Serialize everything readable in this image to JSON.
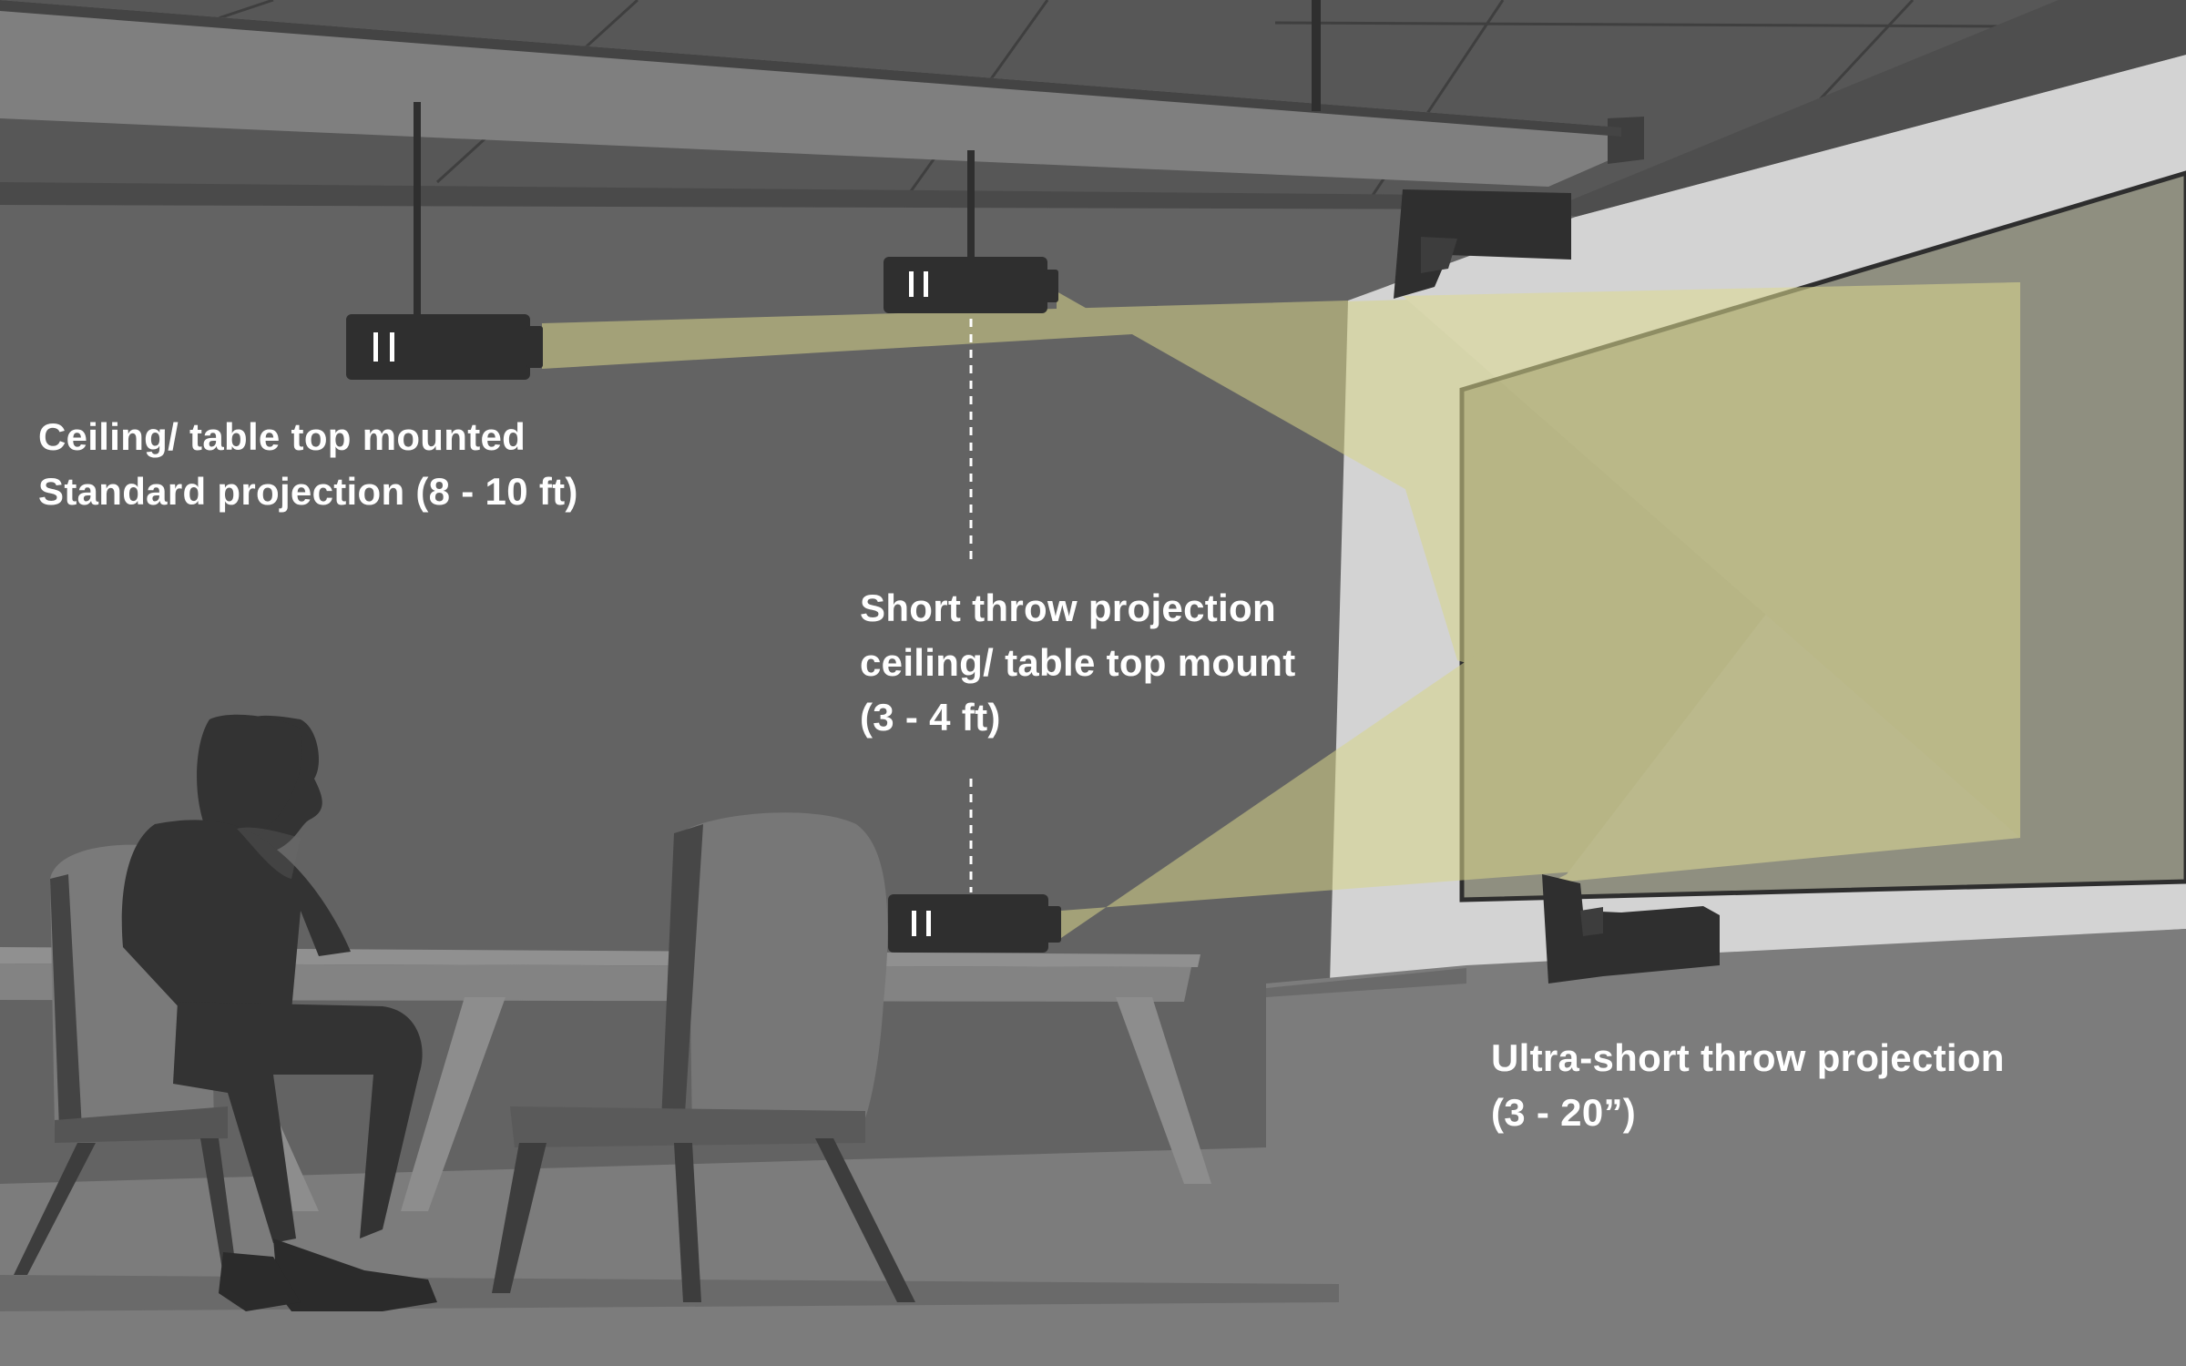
{
  "labels": {
    "standard": {
      "line1": "Ceiling/ table top mounted",
      "line2": "Standard projection (8 - 10 ft)"
    },
    "short_throw": {
      "line1": "Short throw projection",
      "line2": "ceiling/ table top mount",
      "line3": "(3 - 4 ft)"
    },
    "ultra_short_throw": {
      "line1": "Ultra-short throw projection",
      "line2": "(3 - 20”)"
    }
  },
  "colors": {
    "ceiling": "#575757",
    "ceiling_beam": "#7f7f7f",
    "back_wall": "#646464",
    "floor": "#7c7c7c",
    "right_wall_highlight": "#d3d3d3",
    "screen_surface": "#9d9d86",
    "beam_light": "#e8e49a",
    "projector_body": "#2f2f2f",
    "silhouette": "#333333",
    "table_top": "#8d8d8d",
    "chair": "#6f6f6f",
    "text": "#ffffff"
  }
}
